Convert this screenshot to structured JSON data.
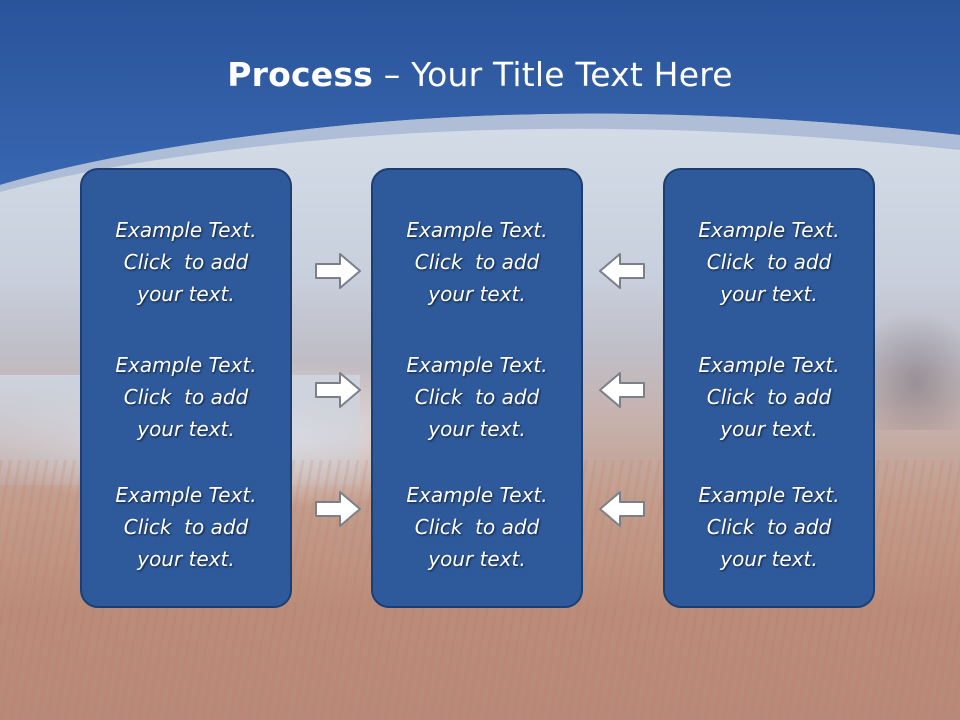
{
  "slide": {
    "title_bold": "Process",
    "title_rest": " – Your Title Text Here",
    "columns": [
      {
        "items": [
          {
            "l1": "Example Text.",
            "l2": "Click  to add",
            "l3": "your text."
          },
          {
            "l1": "Example Text.",
            "l2": "Click  to add",
            "l3": "your text."
          },
          {
            "l1": "Example Text.",
            "l2": "Click  to add",
            "l3": "your text."
          }
        ]
      },
      {
        "items": [
          {
            "l1": "Example Text.",
            "l2": "Click  to add",
            "l3": "your text."
          },
          {
            "l1": "Example Text.",
            "l2": "Click  to add",
            "l3": "your text."
          },
          {
            "l1": "Example Text.",
            "l2": "Click  to add",
            "l3": "your text."
          }
        ]
      },
      {
        "items": [
          {
            "l1": "Example Text.",
            "l2": "Click  to add",
            "l3": "your text."
          },
          {
            "l1": "Example Text.",
            "l2": "Click  to add",
            "l3": "your text."
          },
          {
            "l1": "Example Text.",
            "l2": "Click  to add",
            "l3": "your text."
          }
        ]
      }
    ],
    "arrows": {
      "left_column": "right-arrow-icon",
      "right_column": "left-arrow-icon"
    },
    "colors": {
      "header": "#2f5ea6",
      "panel_fill": "#2e5a9c",
      "panel_border": "#1b3f73",
      "text": "#ffffff"
    }
  }
}
